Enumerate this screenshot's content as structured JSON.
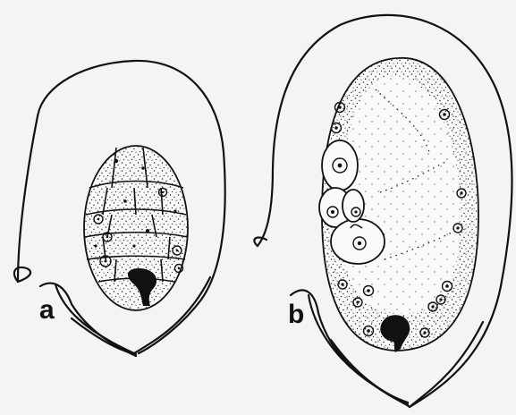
{
  "figure": {
    "panels": [
      {
        "id": "a",
        "label": "a"
      },
      {
        "id": "b",
        "label": "b"
      }
    ],
    "ink_color": "#111111",
    "paper_color": "#f4f4f2"
  }
}
